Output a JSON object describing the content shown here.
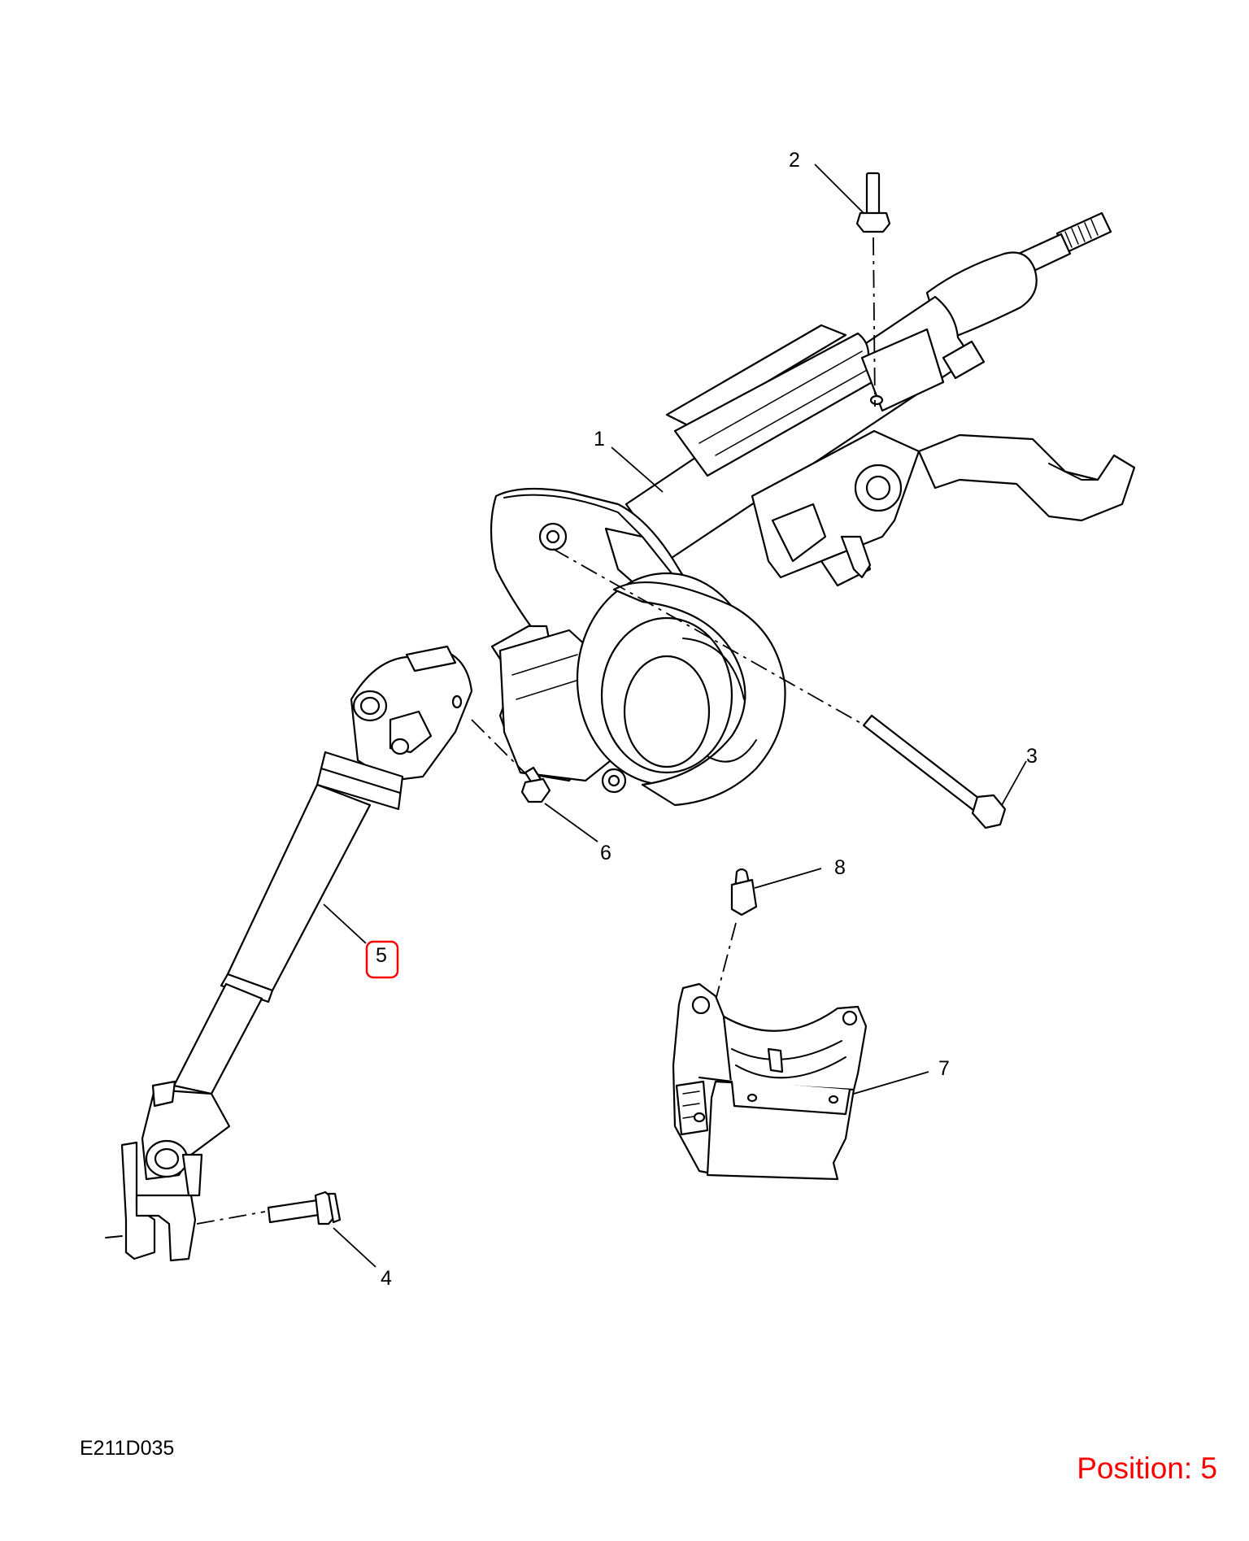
{
  "diagram": {
    "drawing_code": "E211D035",
    "position_label": "Position: 5",
    "highlighted_callout": "5",
    "colors": {
      "line": "#000000",
      "background": "#ffffff",
      "highlight": "#ff0000"
    },
    "callouts": [
      {
        "id": "1",
        "label": "1"
      },
      {
        "id": "2",
        "label": "2"
      },
      {
        "id": "3",
        "label": "3"
      },
      {
        "id": "4",
        "label": "4"
      },
      {
        "id": "5",
        "label": "5"
      },
      {
        "id": "6",
        "label": "6"
      },
      {
        "id": "7",
        "label": "7"
      },
      {
        "id": "8",
        "label": "8"
      }
    ]
  }
}
